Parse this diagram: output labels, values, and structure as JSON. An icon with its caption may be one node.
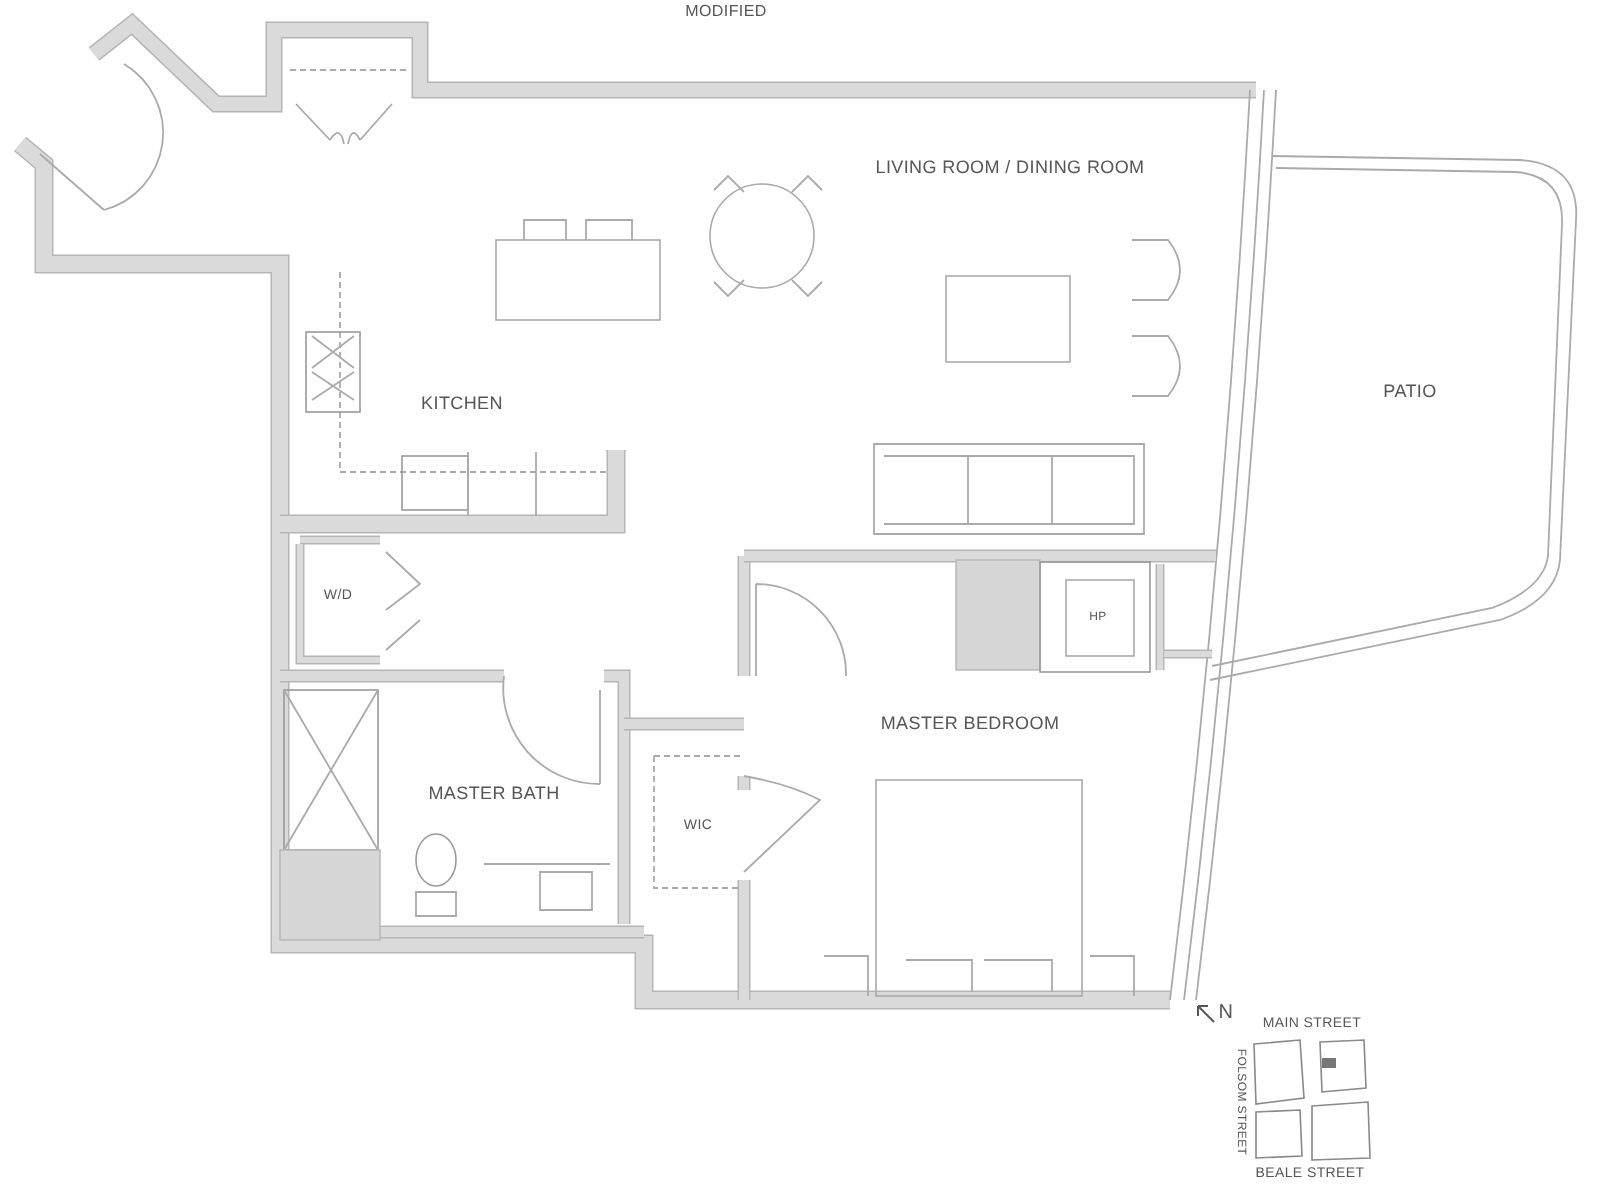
{
  "diagram": {
    "labels": [
      "MODIFIED",
      "LIVING ROOM / DINING ROOM",
      "KITCHEN",
      "PATIO",
      "W/D",
      "HP",
      "MASTER BEDROOM",
      "MASTER BATH",
      "WIC",
      "N",
      "MAIN STREET",
      "FOLSOM STREET",
      "BEALE STREET"
    ]
  }
}
